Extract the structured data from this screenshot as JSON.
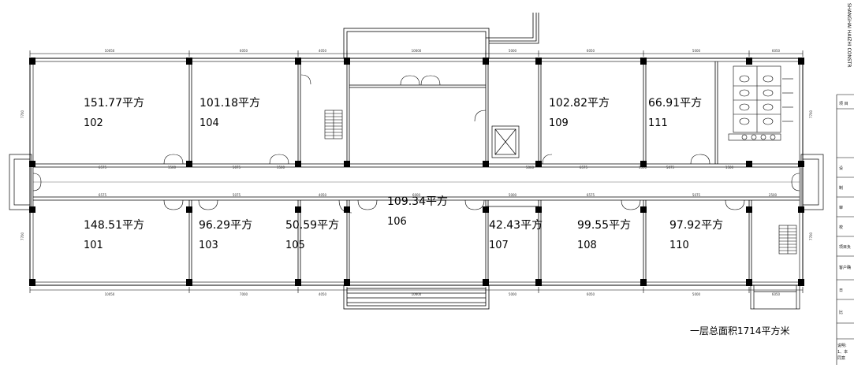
{
  "rooms": [
    {
      "id": "r102",
      "area": "151.77平方",
      "number": "102"
    },
    {
      "id": "r104",
      "area": "101.18平方",
      "number": "104"
    },
    {
      "id": "r109",
      "area": "102.82平方",
      "number": "109"
    },
    {
      "id": "r111",
      "area": "66.91平方",
      "number": "111"
    },
    {
      "id": "r101",
      "area": "148.51平方",
      "number": "101"
    },
    {
      "id": "r103",
      "area": "96.29平方",
      "number": "103"
    },
    {
      "id": "r105",
      "area": "50.59平方",
      "number": "105"
    },
    {
      "id": "r106",
      "area": "109.34平方",
      "number": "106"
    },
    {
      "id": "r107",
      "area": "42.43平方",
      "number": "107"
    },
    {
      "id": "r108",
      "area": "99.55平方",
      "number": "108"
    },
    {
      "id": "r110",
      "area": "97.92平方",
      "number": "110"
    }
  ],
  "total_area": "一层总面积1714平方米",
  "title_block": {
    "company_vertical": "SHANGHAI HAIZHI CONSTR",
    "rows": [
      "项 目",
      "设",
      "制",
      "审",
      "校",
      "项目负",
      "客户确",
      "日",
      "比"
    ],
    "notes": [
      "说明:",
      "1、本",
      "同意"
    ]
  },
  "dimensions": {
    "top": [
      "10050",
      "6050",
      "4050",
      "10600",
      "5000",
      "6050",
      "5000",
      "6050"
    ],
    "bottom": [
      "10050",
      "7000",
      "4050",
      "10600",
      "5000",
      "6050",
      "5000",
      "6050"
    ],
    "corridor_top": [
      "6575",
      "1500",
      "5075",
      "1500",
      "5000",
      "6575",
      "1500",
      "5075",
      "1500"
    ],
    "corridor_bottom": [
      "6575",
      "5075",
      "4050",
      "6000",
      "5000",
      "6575",
      "5075",
      "2500"
    ],
    "left_side": [
      "7700",
      "7700"
    ],
    "right_side": [
      "7700",
      "7700"
    ]
  }
}
